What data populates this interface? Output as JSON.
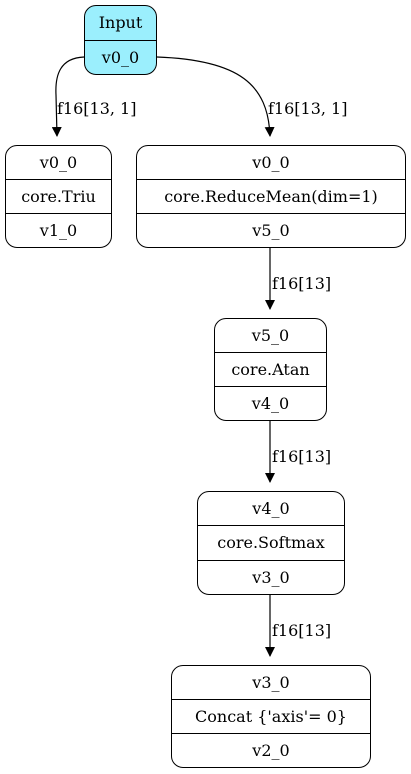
{
  "nodes": {
    "input": {
      "title": "Input",
      "output": "v0_0",
      "fill": "#9beffd"
    },
    "triu": {
      "input": "v0_0",
      "op": "core.Triu",
      "output": "v1_0"
    },
    "reduce": {
      "input": "v0_0",
      "op": "core.ReduceMean(dim=1)",
      "output": "v5_0"
    },
    "atan": {
      "input": "v5_0",
      "op": "core.Atan",
      "output": "v4_0"
    },
    "softmax": {
      "input": "v4_0",
      "op": "core.Softmax",
      "output": "v3_0"
    },
    "concat": {
      "input": "v3_0",
      "op": "Concat {'axis'= 0}",
      "output": "v2_0"
    }
  },
  "edges": [
    {
      "from": "input",
      "to": "triu",
      "label": "f16[13, 1]"
    },
    {
      "from": "input",
      "to": "reduce",
      "label": "f16[13, 1]"
    },
    {
      "from": "reduce",
      "to": "atan",
      "label": "f16[13]"
    },
    {
      "from": "atan",
      "to": "softmax",
      "label": "f16[13]"
    },
    {
      "from": "softmax",
      "to": "concat",
      "label": "f16[13]"
    }
  ]
}
